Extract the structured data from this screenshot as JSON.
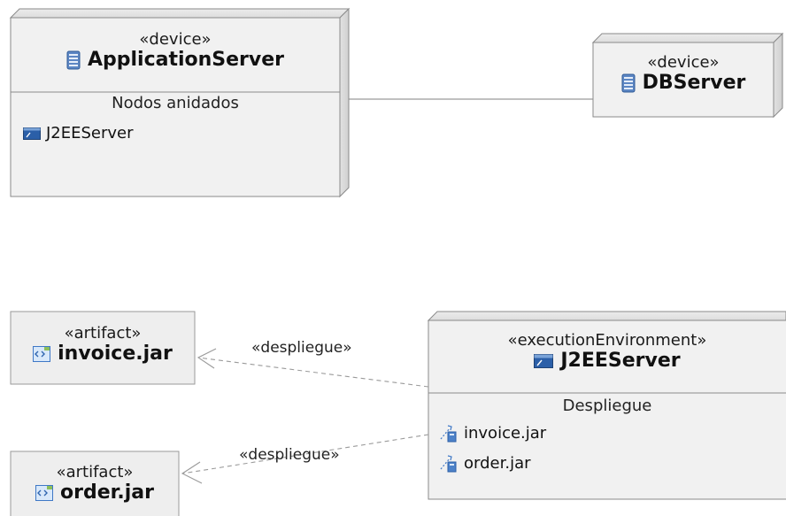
{
  "nodes": {
    "application_server": {
      "stereotype": "«device»",
      "name": "ApplicationServer",
      "compartment_title": "Nodos anidados",
      "items": [
        "J2EEServer"
      ]
    },
    "db_server": {
      "stereotype": "«device»",
      "name": "DBServer"
    },
    "invoice_artifact": {
      "stereotype": "«artifact»",
      "name": "invoice.jar"
    },
    "order_artifact": {
      "stereotype": "«artifact»",
      "name": "order.jar"
    },
    "j2ee_server": {
      "stereotype": "«executionEnvironment»",
      "name": "J2EEServer",
      "compartment_title": "Despliegue",
      "items": [
        "invoice.jar",
        "order.jar"
      ]
    }
  },
  "edges": {
    "deploy_invoice_label": "«despliegue»",
    "deploy_order_label": "«despliegue»"
  },
  "colors": {
    "node_fill": "#f1f1f1",
    "node_border": "#8a8a8a",
    "edge": "#9a9a9a"
  }
}
